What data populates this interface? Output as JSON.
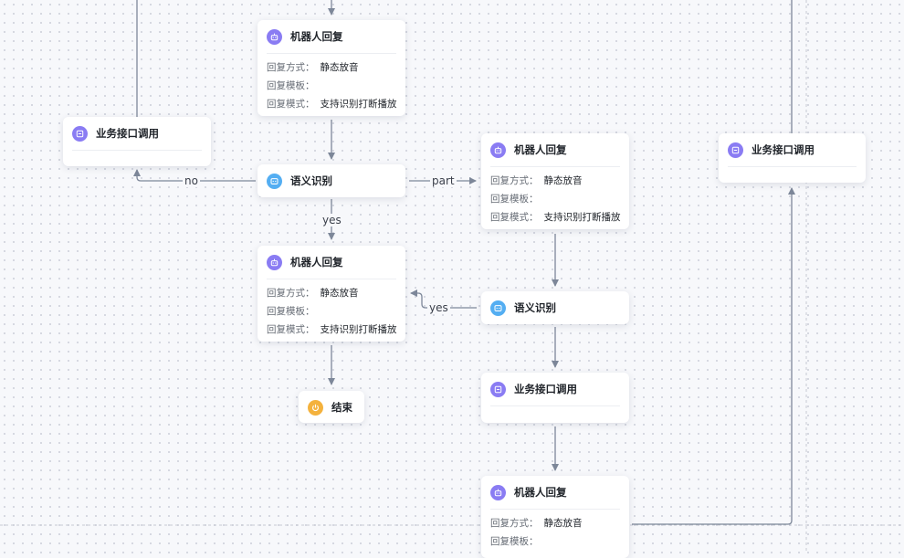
{
  "nodes": {
    "reply_top": {
      "title": "机器人回复",
      "rows": [
        {
          "label": "回复方式：",
          "value": "静态放音"
        },
        {
          "label": "回复模板：",
          "value": ""
        },
        {
          "label": "回复模式：",
          "value": "支持识别打断播放"
        }
      ]
    },
    "api_left": {
      "title": "业务接口调用"
    },
    "intent_main": {
      "title": "语义识别"
    },
    "reply_mid": {
      "title": "机器人回复",
      "rows": [
        {
          "label": "回复方式：",
          "value": "静态放音"
        },
        {
          "label": "回复模板：",
          "value": ""
        },
        {
          "label": "回复模式：",
          "value": "支持识别打断播放"
        }
      ]
    },
    "end": {
      "title": "结束"
    },
    "reply_right": {
      "title": "机器人回复",
      "rows": [
        {
          "label": "回复方式：",
          "value": "静态放音"
        },
        {
          "label": "回复模板：",
          "value": ""
        },
        {
          "label": "回复模式：",
          "value": "支持识别打断播放"
        }
      ]
    },
    "intent_right": {
      "title": "语义识别"
    },
    "api_mid_right": {
      "title": "业务接口调用"
    },
    "reply_bottom": {
      "title": "机器人回复",
      "rows": [
        {
          "label": "回复方式：",
          "value": "静态放音"
        },
        {
          "label": "回复模板：",
          "value": ""
        }
      ]
    },
    "api_far_right": {
      "title": "业务接口调用"
    }
  },
  "edge_labels": {
    "no": "no",
    "part": "part",
    "yes_down": "yes",
    "yes_left": "yes"
  },
  "icons": {
    "reply": "robot-icon",
    "api": "api-icon",
    "intent": "intent-icon",
    "end": "power-icon"
  },
  "colors": {
    "reply_icon": "#8a7cf3",
    "api_icon": "#8a7cf3",
    "intent_icon": "#54aef2",
    "end_icon": "#f4b23d",
    "edge": "#7d8799"
  }
}
